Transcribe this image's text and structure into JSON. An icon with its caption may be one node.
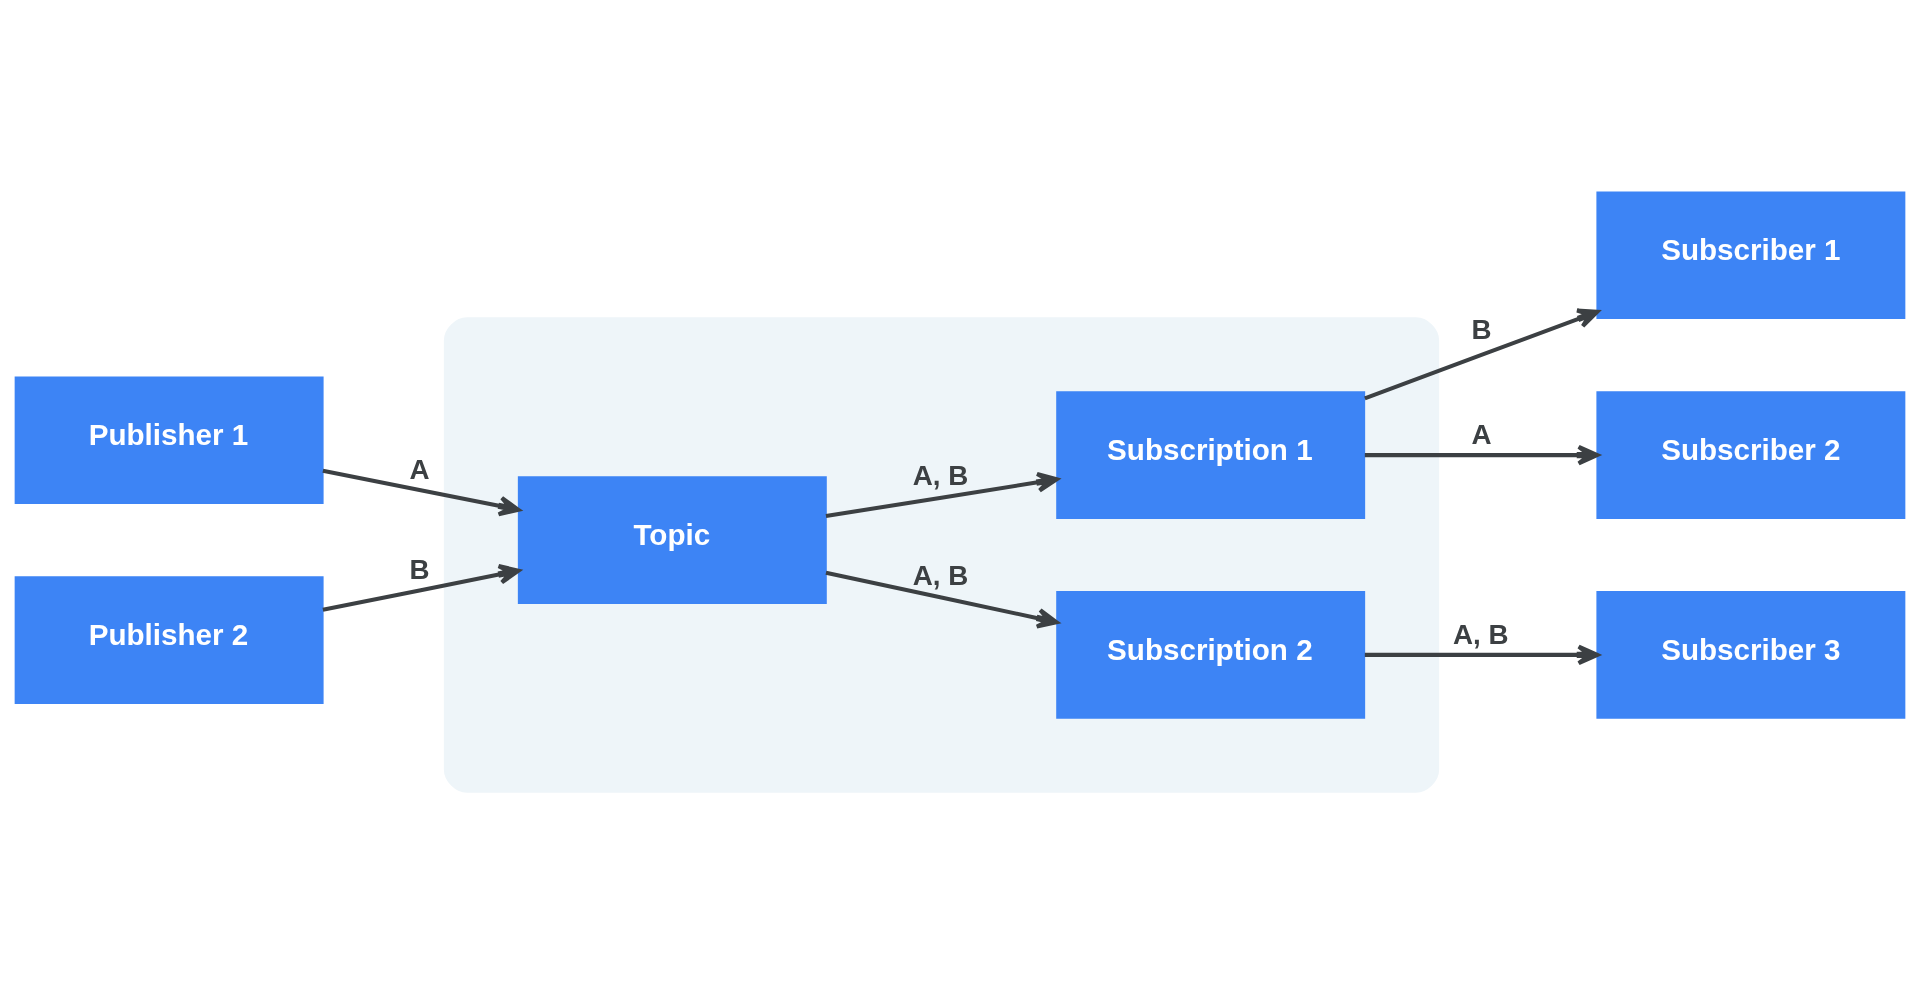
{
  "diagram": {
    "nodes": [
      {
        "text": [],
        "shape": "box"
      },
      {
        "text": [
          "Publisher 1"
        ]
      },
      {
        "text": [
          "Publisher 2"
        ]
      },
      {
        "text": [
          "Topic"
        ],
        "in": 0
      },
      {
        "text": [
          "Subscription 1"
        ],
        "in": 0
      },
      {
        "text": [
          "Subscription 2"
        ],
        "in": 0
      },
      {
        "text": [
          "Subscriber 1"
        ]
      },
      {
        "text": [
          "Subscriber 2"
        ]
      },
      {
        "text": [
          "Subscriber 3"
        ]
      }
    ],
    "edges": [
      {
        "from": 1,
        "to": 3,
        "arrow": "to",
        "label": "A"
      },
      {
        "from": 2,
        "to": 3,
        "arrow": "to",
        "label": "B"
      },
      {
        "from": 3,
        "to": 4,
        "arrow": "to",
        "label": "A, B"
      },
      {
        "from": 3,
        "to": 5,
        "arrow": "to",
        "label": "A, B"
      },
      {
        "from": 4,
        "to": 6,
        "arrow": "to",
        "label": "B"
      },
      {
        "from": 4,
        "to": 7,
        "arrow": "to",
        "label": "A"
      },
      {
        "from": 5,
        "to": 8,
        "arrow": "to",
        "label": "A, B"
      }
    ]
  }
}
